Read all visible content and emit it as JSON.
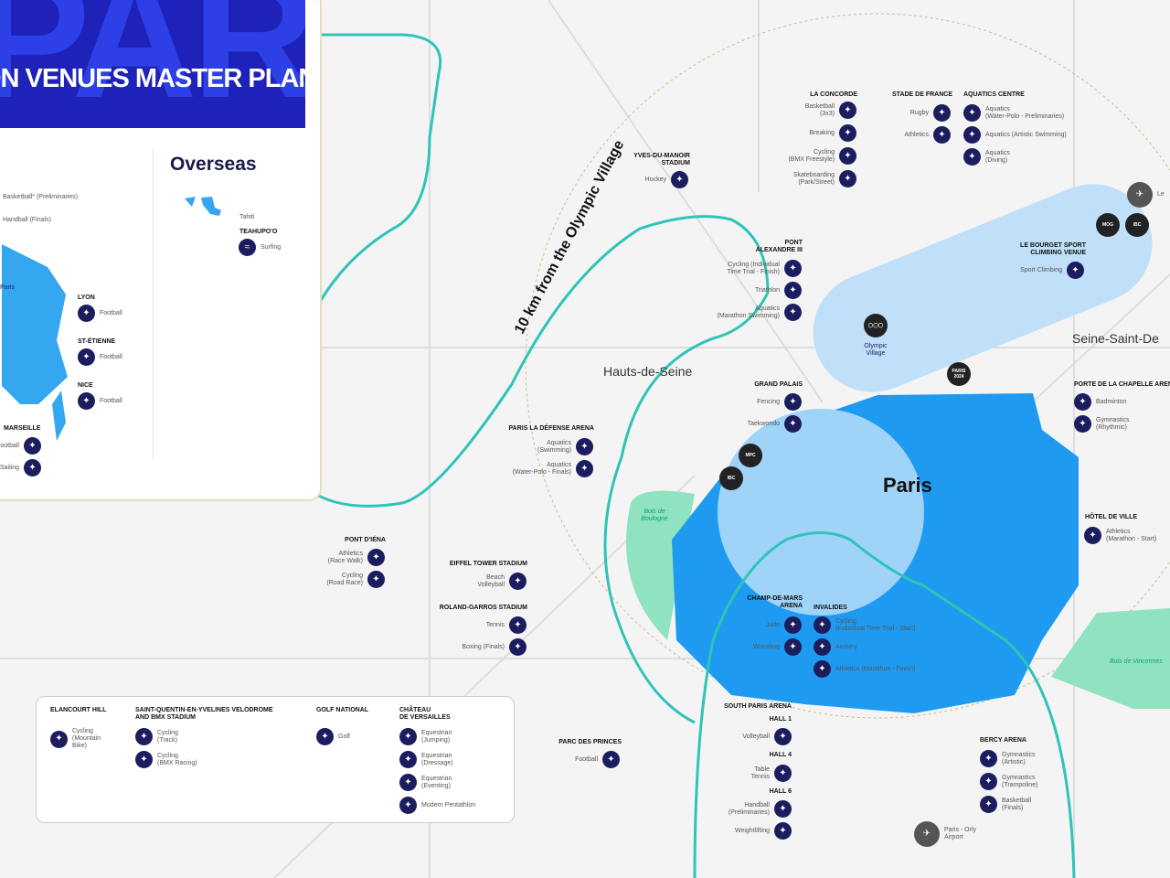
{
  "header": {
    "title": "ON VENUES MASTER PLAN",
    "background_letters": "PARIS"
  },
  "overseas": {
    "title": "Overseas",
    "island": "Tahiti",
    "venue": "TEAHUPO'O",
    "sport": "Surfing"
  },
  "france": {
    "partial_sports": [
      "Basketball* (Preliminaries)",
      "Handball (Finals)"
    ],
    "paris_label": "Paris",
    "cities": [
      {
        "name": "LYON",
        "sport": "Football"
      },
      {
        "name": "ST-ÉTIENNE",
        "sport": "Football"
      },
      {
        "name": "NICE",
        "sport": "Football"
      },
      {
        "name": "MARSEILLE",
        "sports": [
          "Football",
          "Sailing"
        ]
      }
    ]
  },
  "map_labels": {
    "radius": "10 km from the Olympic Village",
    "hauts": "Hauts-de-Seine",
    "seine_st_denis": "Seine-Saint-De",
    "paris": "Paris",
    "boulogne": "Bois de Boulogne",
    "vincennes": "Bois de Vincennes",
    "olympic_village": "Olympic Village",
    "le_bourget": "Le",
    "orly": "Paris - Orly Airport"
  },
  "badges": [
    "PARIS 2024",
    "MPC",
    "IBC",
    "MOG",
    "IBC"
  ],
  "colors": {
    "paris_blue": "#1e9bf0",
    "inner_light": "#9fd3f8",
    "navy_icon": "#1c1d5e",
    "seine_teal": "#2ec4b6",
    "bois_green": "#8fe3c0",
    "header_blue": "#1e22b8"
  },
  "venues": [
    {
      "id": "concorde",
      "name": "La Concorde",
      "sports": [
        "Basketball\n(3x3)",
        "Breaking",
        "Cycling\n(BMX Freestyle)",
        "Skateboarding\n(Park/Street)"
      ]
    },
    {
      "id": "sdf",
      "name": "Stade de France",
      "sports": [
        "Rugby",
        "Athletics"
      ]
    },
    {
      "id": "aqua",
      "name": "Aquatics Centre",
      "sports": [
        "Aquatics\n(Water-Polo - Preliminaries)",
        "Aquatics (Artistic Swimming)",
        "Aquatics\n(Diving)"
      ]
    },
    {
      "id": "yves",
      "name": "Yves-du-Manoir\nStadium",
      "sports": [
        "Hockey"
      ]
    },
    {
      "id": "alex",
      "name": "Pont\nAlexandre III",
      "sports": [
        "Cycling (Individual\nTime Trial - Finish)",
        "Triathlon",
        "Aquatics\n(Marathon Swimming)"
      ]
    },
    {
      "id": "bourget",
      "name": "Le Bourget Sport\nClimbing Venue",
      "sports": [
        "Sport Climbing"
      ]
    },
    {
      "id": "grand",
      "name": "Grand Palais",
      "sports": [
        "Fencing",
        "Taekwondo"
      ]
    },
    {
      "id": "chapelle",
      "name": "Porte de la Chapelle Arena",
      "sports": [
        "Badminton",
        "Gymnastics\n(Rhythmic)"
      ]
    },
    {
      "id": "defense",
      "name": "Paris La Défense Arena",
      "sports": [
        "Aquatics\n(Swimming)",
        "Aquatics\n(Water-Polo - Finals)"
      ]
    },
    {
      "id": "hotel",
      "name": "Hôtel de Ville",
      "sports": [
        "Athletics\n(Marathon - Start)"
      ]
    },
    {
      "id": "iena",
      "name": "Pont d'Iéna",
      "sports": [
        "Athletics\n(Race Walk)",
        "Cycling\n(Road Race)"
      ]
    },
    {
      "id": "eiffel",
      "name": "Eiffel Tower Stadium",
      "sports": [
        "Beach\nVolleyball"
      ]
    },
    {
      "id": "roland",
      "name": "Roland-Garros Stadium",
      "sports": [
        "Tennis",
        "Boxing (Finals)"
      ]
    },
    {
      "id": "champ",
      "name": "Champ-de-Mars\nArena",
      "sports": [
        "Judo",
        "Wrestling"
      ]
    },
    {
      "id": "invalides",
      "name": "Invalides",
      "sports": [
        "Cycling\n(Individual Time Trial - Start)",
        "Archery",
        "Athletics (Marathon - Finish)"
      ]
    },
    {
      "id": "south",
      "name": "South Paris Arena",
      "halls": [
        "Hall 1",
        "Hall 4",
        "Hall 6"
      ],
      "sports": [
        "Volleyball",
        "Table\nTennis",
        "Handball\n(Preliminaries)",
        "Weightlifting"
      ]
    },
    {
      "id": "princes",
      "name": "Parc des Princes",
      "sports": [
        "Football"
      ]
    },
    {
      "id": "bercy",
      "name": "Bercy Arena",
      "sports": [
        "Gymnastics\n(Artistic)",
        "Gymnastics\n(Trampoline)",
        "Basketball\n(Finals)"
      ]
    }
  ],
  "outer_box": [
    {
      "name": "Elancourt Hill",
      "sports": [
        "Cycling\n(Mountain\nBike)"
      ]
    },
    {
      "name": "Saint-Quentin-en-Yvelines Velodrome\nand BMX Stadium",
      "sports": [
        "Cycling\n(Track)",
        "Cycling\n(BMX Racing)"
      ]
    },
    {
      "name": "Golf National",
      "sports": [
        "Golf"
      ]
    },
    {
      "name": "Château\nde Versailles",
      "sports": [
        "Equestrian\n(Jumping)",
        "Equestrian\n(Dressage)",
        "Equestrian\n(Eventing)",
        "Modern Pentathlon"
      ]
    }
  ]
}
